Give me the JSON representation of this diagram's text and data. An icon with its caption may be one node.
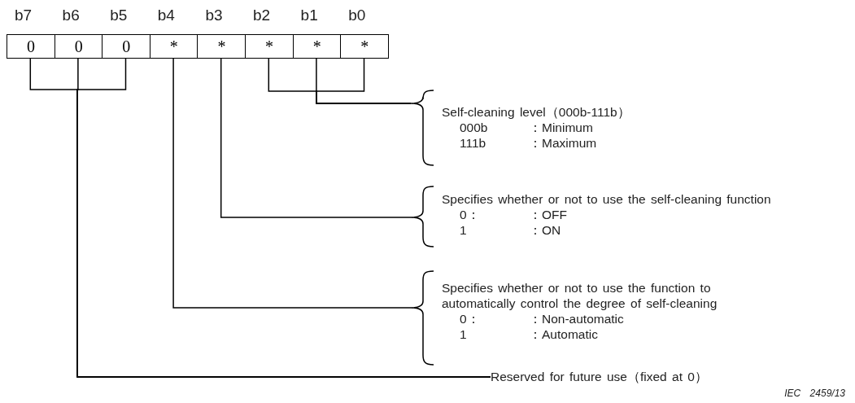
{
  "diagram": {
    "nodes": [
      {
        "text": [
          "0"
        ],
        "beside": [
          "b7"
        ]
      },
      {
        "text": [
          "0"
        ],
        "beside": [
          "b6"
        ]
      },
      {
        "text": [
          "0"
        ],
        "beside": [
          "b5"
        ]
      },
      {
        "text": [
          "*"
        ],
        "beside": [
          "b4"
        ]
      },
      {
        "text": [
          "*"
        ],
        "beside": [
          "b3"
        ]
      },
      {
        "text": [
          "*"
        ],
        "beside": [
          "b2"
        ]
      },
      {
        "text": [
          "*"
        ],
        "beside": [
          "b1"
        ]
      },
      {
        "text": [
          "*"
        ],
        "beside": [
          "b0"
        ]
      },
      {
        "text": [
          "Self-cleaning level（000b-111b）",
          "000b",
          "：Minimum",
          "111b",
          "：Maximum"
        ]
      },
      {
        "text": [
          "Specifies whether or not to use the self-cleaning function",
          "0：",
          "：OFF",
          "1",
          "：ON"
        ]
      },
      {
        "text": [
          "Specifies whether or not to use the function to automatically control the degree of self-cleaning",
          "0：",
          "：Non-automatic",
          "1",
          "：Automatic"
        ]
      },
      {
        "text": [
          "Reserved for future use（fixed at 0）"
        ]
      }
    ],
    "edges": [
      {
        "from": 0,
        "to": 11,
        "arrow": "none"
      },
      {
        "from": 1,
        "to": 11,
        "arrow": "none"
      },
      {
        "from": 2,
        "to": 11,
        "arrow": "none"
      },
      {
        "from": 5,
        "to": 8,
        "arrow": "none"
      },
      {
        "from": 6,
        "to": 8,
        "arrow": "none"
      },
      {
        "from": 7,
        "to": 8,
        "arrow": "none"
      },
      {
        "from": 4,
        "to": 9,
        "arrow": "none"
      },
      {
        "from": 3,
        "to": 10,
        "arrow": "none"
      }
    ],
    "labels": [
      "IEC 2459/13"
    ]
  }
}
